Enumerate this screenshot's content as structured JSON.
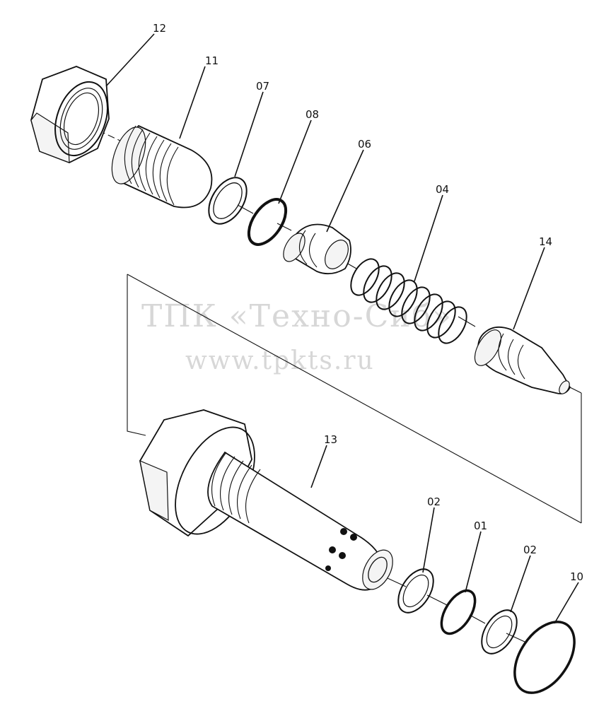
{
  "labels": {
    "p12": "12",
    "p11": "11",
    "p07": "07",
    "p08": "08",
    "p06": "06",
    "p04": "04",
    "p14": "14",
    "p13": "13",
    "p02a": "02",
    "p01": "01",
    "p02b": "02",
    "p10": "10"
  },
  "watermark": {
    "line1": "ТПК «Техно-Сиб»",
    "line2": "www.tpkts.ru"
  }
}
